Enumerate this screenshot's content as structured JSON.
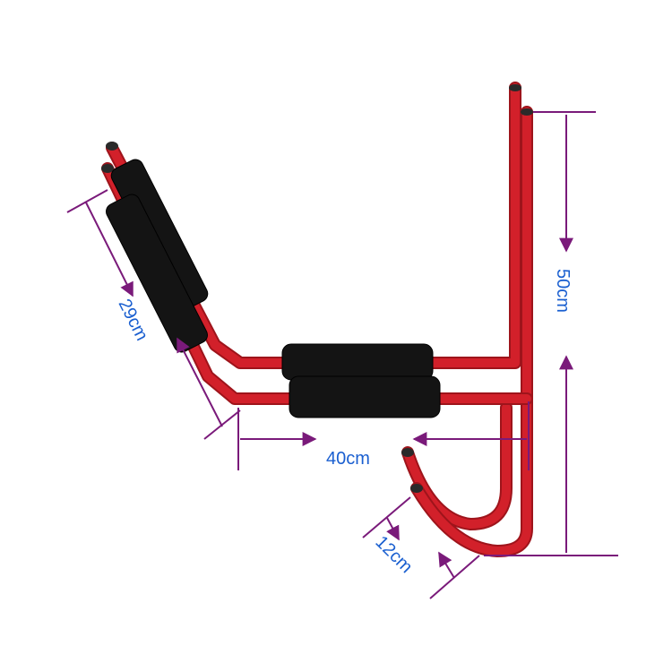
{
  "colors": {
    "frame": "#d2202a",
    "frame_dark": "#9e141b",
    "foam": "#141414",
    "dimension_line": "#7a1a7a",
    "dimension_text": "#1a5fd0"
  },
  "dimensions": {
    "height": "50cm",
    "depth": "40cm",
    "arm": "29cm",
    "hook": "12cm"
  }
}
